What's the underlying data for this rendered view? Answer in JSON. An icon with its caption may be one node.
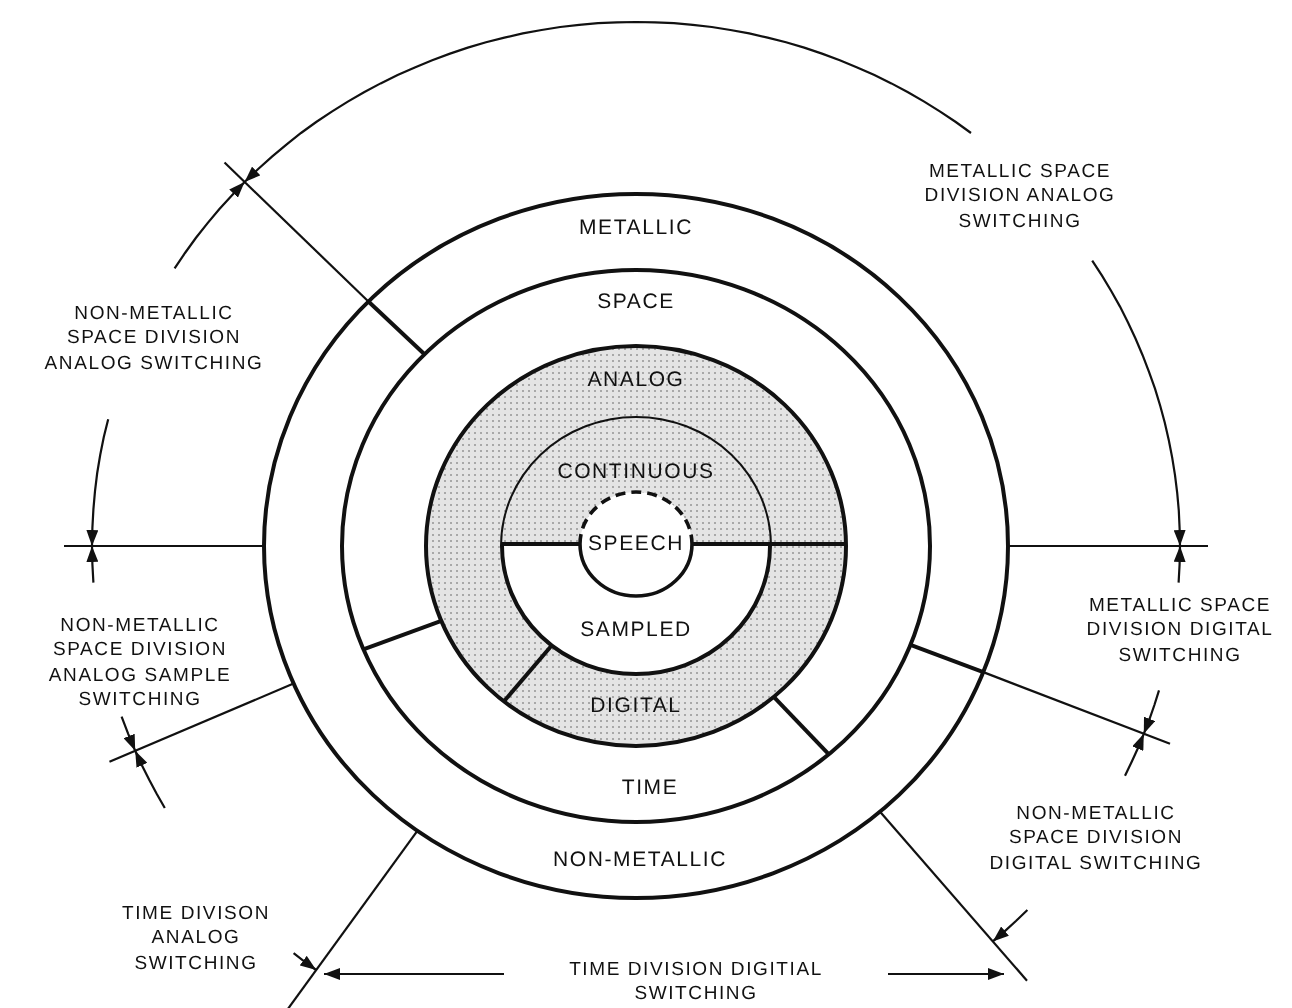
{
  "diagram": {
    "labels": [
      "METALLIC SPACE DIVISION ANALOG SWITCHING",
      "METALLIC",
      "NON-METALLIC SPACE DIVISION ANALOG SWITCHING",
      "SPACE",
      "ANALOG",
      "CONTINUOUS",
      "SPEECH",
      "METALLIC SPACE DIVISION DIGITAL SWITCHING",
      "NON-METALLIC SPACE DIVISION ANALOG SAMPLE SWITCHING",
      "SAMPLED",
      "DIGITAL",
      "TIME",
      "NON-METALLIC SPACE DIVISION DIGITAL SWITCHING",
      "NON-METALLIC",
      "TIME DIVISON ANALOG SWITCHING",
      "TIME DIVISION DIGITIAL SWITCHING"
    ]
  }
}
